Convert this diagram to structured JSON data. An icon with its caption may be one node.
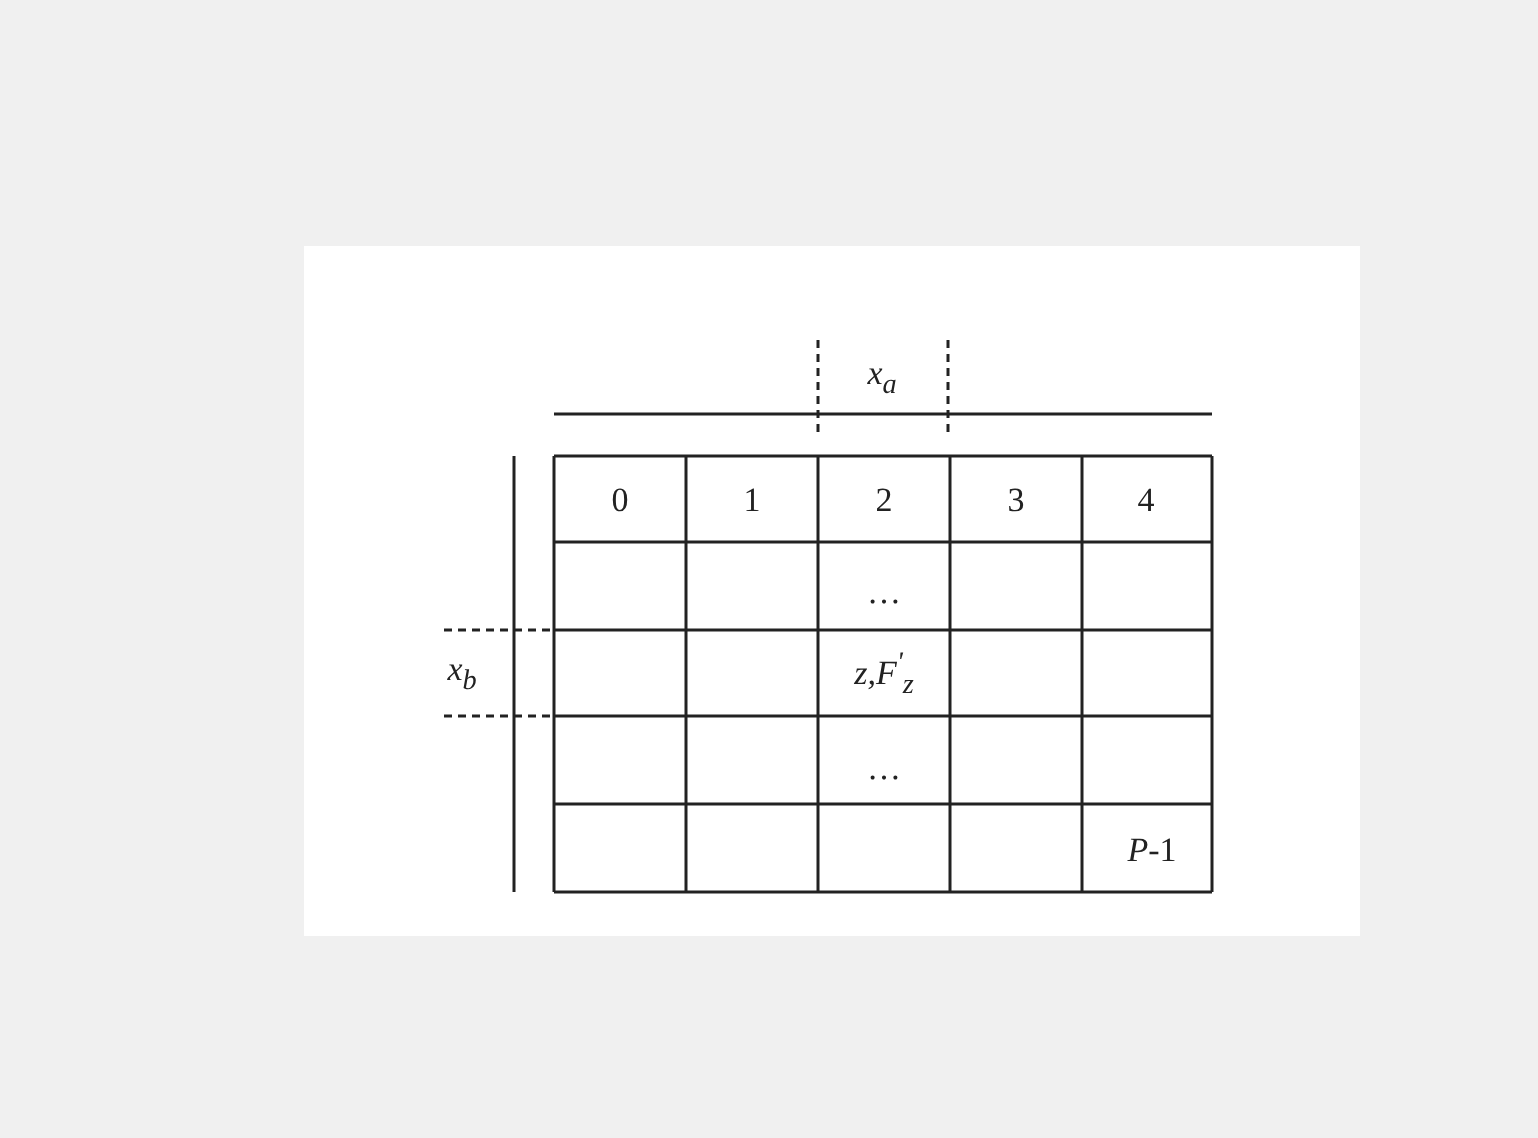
{
  "diagram": {
    "labels": [
      "x$_{a}$",
      "0",
      "1",
      "2",
      "3",
      "4",
      "…",
      "x$_{b}$",
      "z,F$^{'}$$_{z}$",
      "…",
      "*P*-1"
    ]
  }
}
